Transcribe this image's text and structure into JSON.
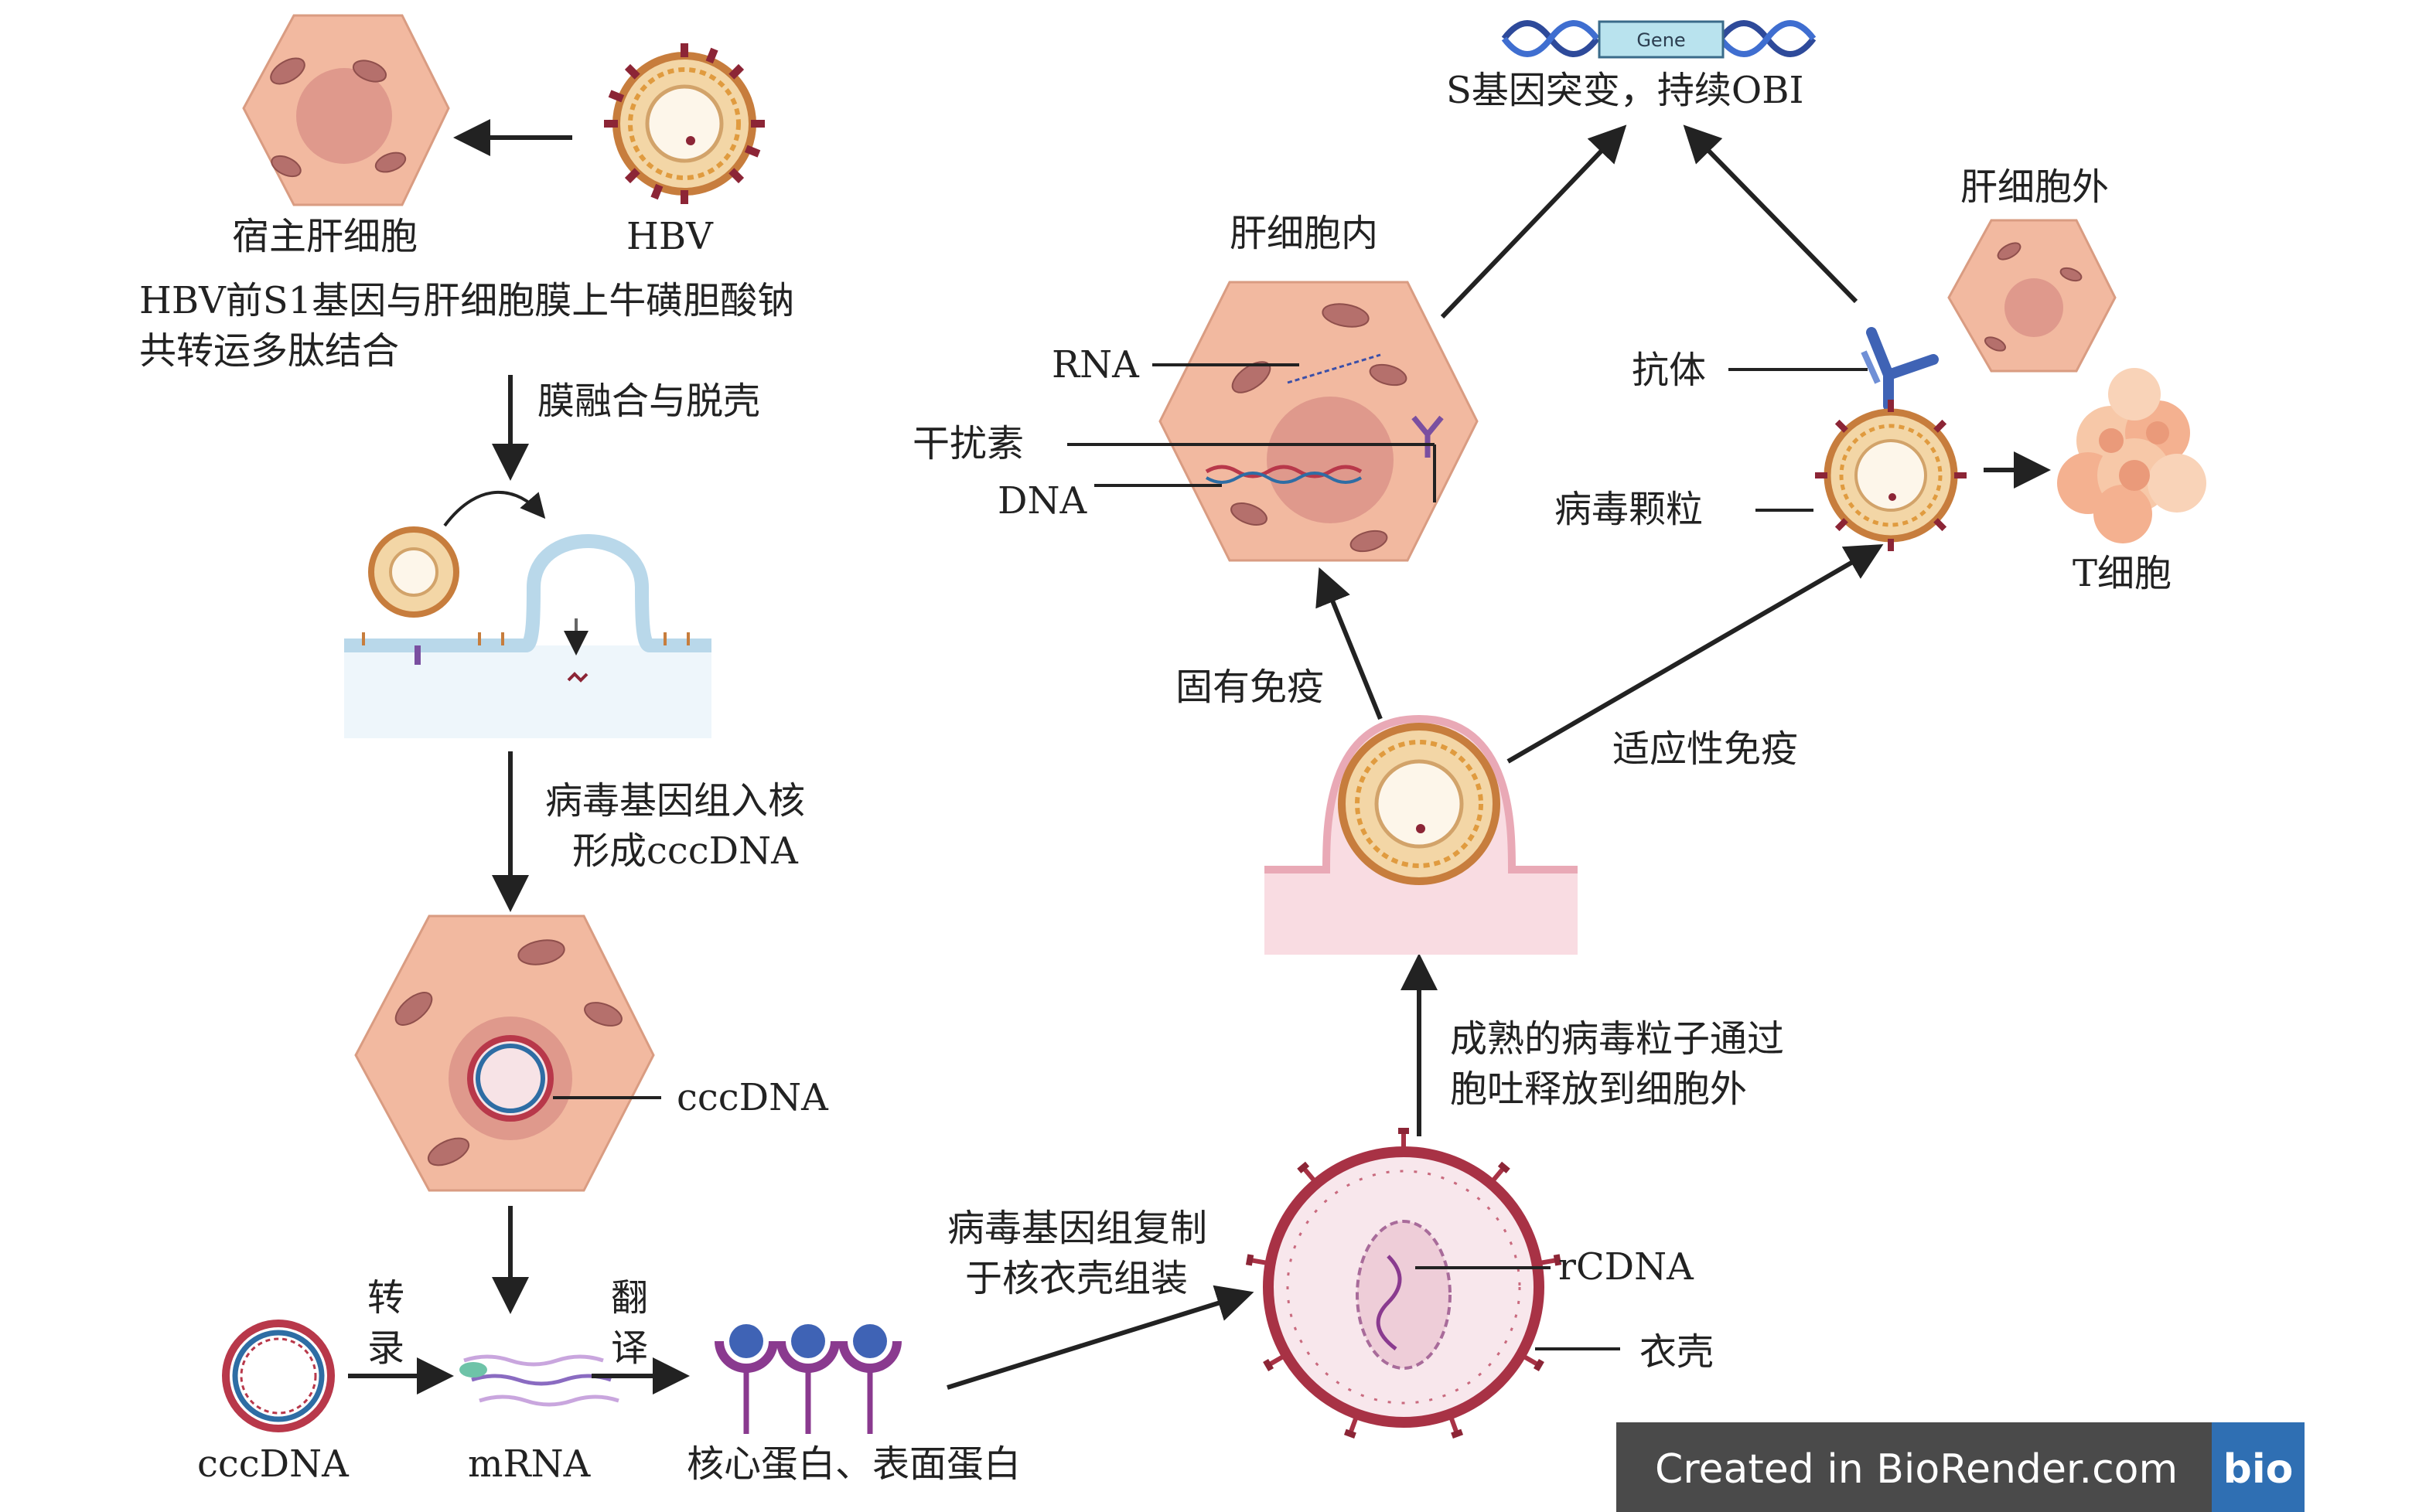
{
  "labels": {
    "host_cell": "宿主肝细胞",
    "hbv": "HBV",
    "binding_line1": "HBV前S1基因与肝细胞膜上牛磺胆酸钠",
    "binding_line2": "共转运多肽结合",
    "fusion": "膜融合与脱壳",
    "nucleus_entry_line1": "病毒基因组入核",
    "nucleus_entry_line2": "形成cccDNA",
    "cccdna_in_cell": "cccDNA",
    "transcription_1": "转",
    "transcription_2": "录",
    "translation_1": "翻",
    "translation_2": "译",
    "cccdna_bottom": "cccDNA",
    "mrna": "mRNA",
    "proteins": "核心蛋白、表面蛋白",
    "replication_line1": "病毒基因组复制",
    "replication_line2": "于核衣壳组装",
    "rcdna": "rCDNA",
    "capsid": "衣壳",
    "release_line1": "成熟的病毒粒子通过",
    "release_line2": "胞吐释放到细胞外",
    "innate": "固有免疫",
    "adaptive": "适应性免疫",
    "intracellular": "肝细胞内",
    "rna": "RNA",
    "interferon": "干扰素",
    "dna": "DNA",
    "gene_tag": "Gene",
    "s_mutation": "S基因突变，持续OBI",
    "extracellular": "肝细胞外",
    "antibody": "抗体",
    "virus_particle": "病毒颗粒",
    "t_cell": "T细胞"
  },
  "badge": {
    "text": "Created in BioRender.com",
    "logo": "bio"
  },
  "colors": {
    "cell_fill": "#f2b9a0",
    "virus_red": "#b8384a",
    "arrow": "#222222",
    "badge_bg": "#4a4a4a",
    "badge_logo_bg": "#2f6fb3"
  }
}
